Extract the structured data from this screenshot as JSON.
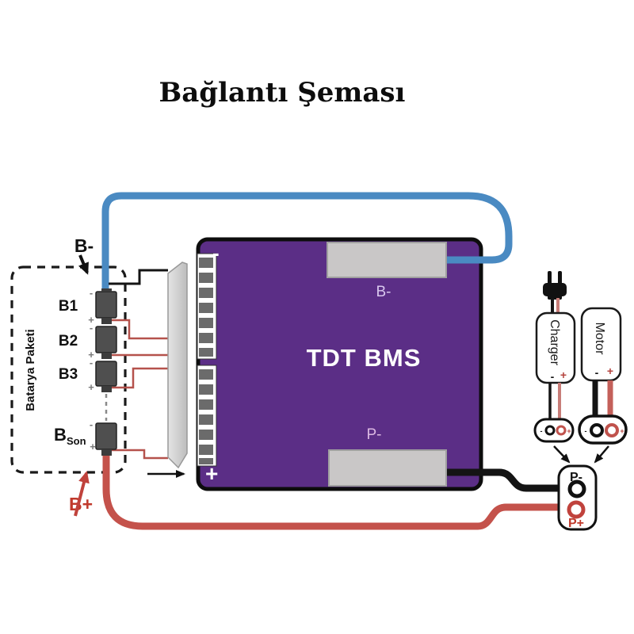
{
  "title": "Bağlantı Şeması",
  "colors": {
    "board_purple": "#5b2e86",
    "wire_blue": "#4a8ac2",
    "wire_red": "#c4524b",
    "wire_black": "#141414",
    "balance_wire_red": "#b5524c",
    "label_red": "#c0392b",
    "pad_gray": "#c9c7c7",
    "cell_gray": "#4f4f4f",
    "board_text_light": "#ffffff",
    "b_minus_pad_text": "#d9c7ee",
    "p_minus_pad_text": "#dcb9e3"
  },
  "battery_pack": {
    "label": "Batarya Paketi",
    "terminal_negative": "B-",
    "terminal_positive": "B+",
    "cells": [
      {
        "label": "B1",
        "minus": "-",
        "plus": "+"
      },
      {
        "label": "B2",
        "minus": "-",
        "plus": "+"
      },
      {
        "label": "B3",
        "minus": "-",
        "plus": "+"
      },
      {
        "label": "B",
        "subscript": "Son",
        "minus": "-",
        "plus": "+"
      }
    ]
  },
  "bms": {
    "name": "TDT BMS",
    "top_left_terminal": "-",
    "bottom_left_terminal": "+",
    "b_minus_pad": "B-",
    "p_minus_pad": "P-"
  },
  "charger": {
    "label": "Charger",
    "minus": "-",
    "plus": "+",
    "connector": {
      "minus": "-",
      "plus": "+"
    }
  },
  "motor": {
    "label": "Motor",
    "minus": "-",
    "plus": "+",
    "connector": {
      "minus": "-",
      "plus": "+"
    }
  },
  "output_connector": {
    "p_minus": "P-",
    "p_plus": "P+"
  }
}
